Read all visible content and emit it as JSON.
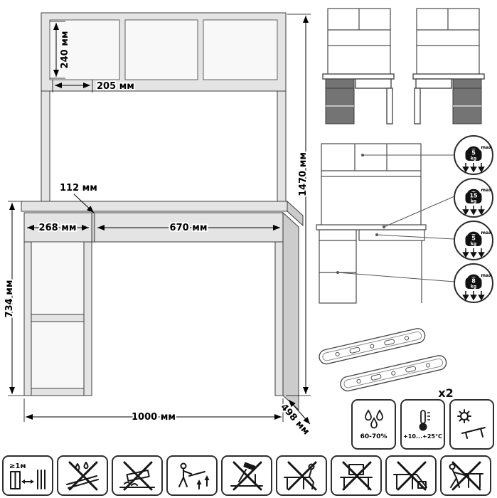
{
  "main_drawing": {
    "dimensions": {
      "shelf_height": "240 мм",
      "shelf_depth": "205 мм",
      "overall_height": "1470 мм",
      "drawer_front_height": "112 мм",
      "left_drawer_width": "268 мм",
      "right_drawer_width": "670 мм",
      "worktop_height": "734 мм",
      "overall_width": "1000 мм",
      "overall_depth": "498 мм"
    }
  },
  "variants": {
    "thumbnails": [
      "pedestal-left",
      "pedestal-right"
    ]
  },
  "load_limits": {
    "items": [
      {
        "value": "5",
        "unit": "kg",
        "max": "max"
      },
      {
        "value": "15",
        "unit": "kg",
        "max": "max"
      },
      {
        "value": "5",
        "unit": "kg",
        "max": "max"
      },
      {
        "value": "8",
        "unit": "kg",
        "max": "max"
      }
    ]
  },
  "slides": {
    "count_label": "x2"
  },
  "conditions": {
    "humidity_label": "60-70%",
    "temperature_label": "+10...+25°С"
  },
  "care_strip": {
    "distance_label": "≥1м",
    "icons": [
      "keep-1m-from-heat-sources",
      "no-moisture",
      "no-dragging",
      "lift-carefully",
      "no-hammering",
      "no-sitting-on-edges",
      "no-heavy-loads",
      "no-leaning-supports",
      "no-pushing-loaded"
    ]
  },
  "colors": {
    "outline": "#3c3c3c",
    "board": "#e4e4e4",
    "board_shadow": "#cccccc",
    "accent_dark": "#747474"
  }
}
